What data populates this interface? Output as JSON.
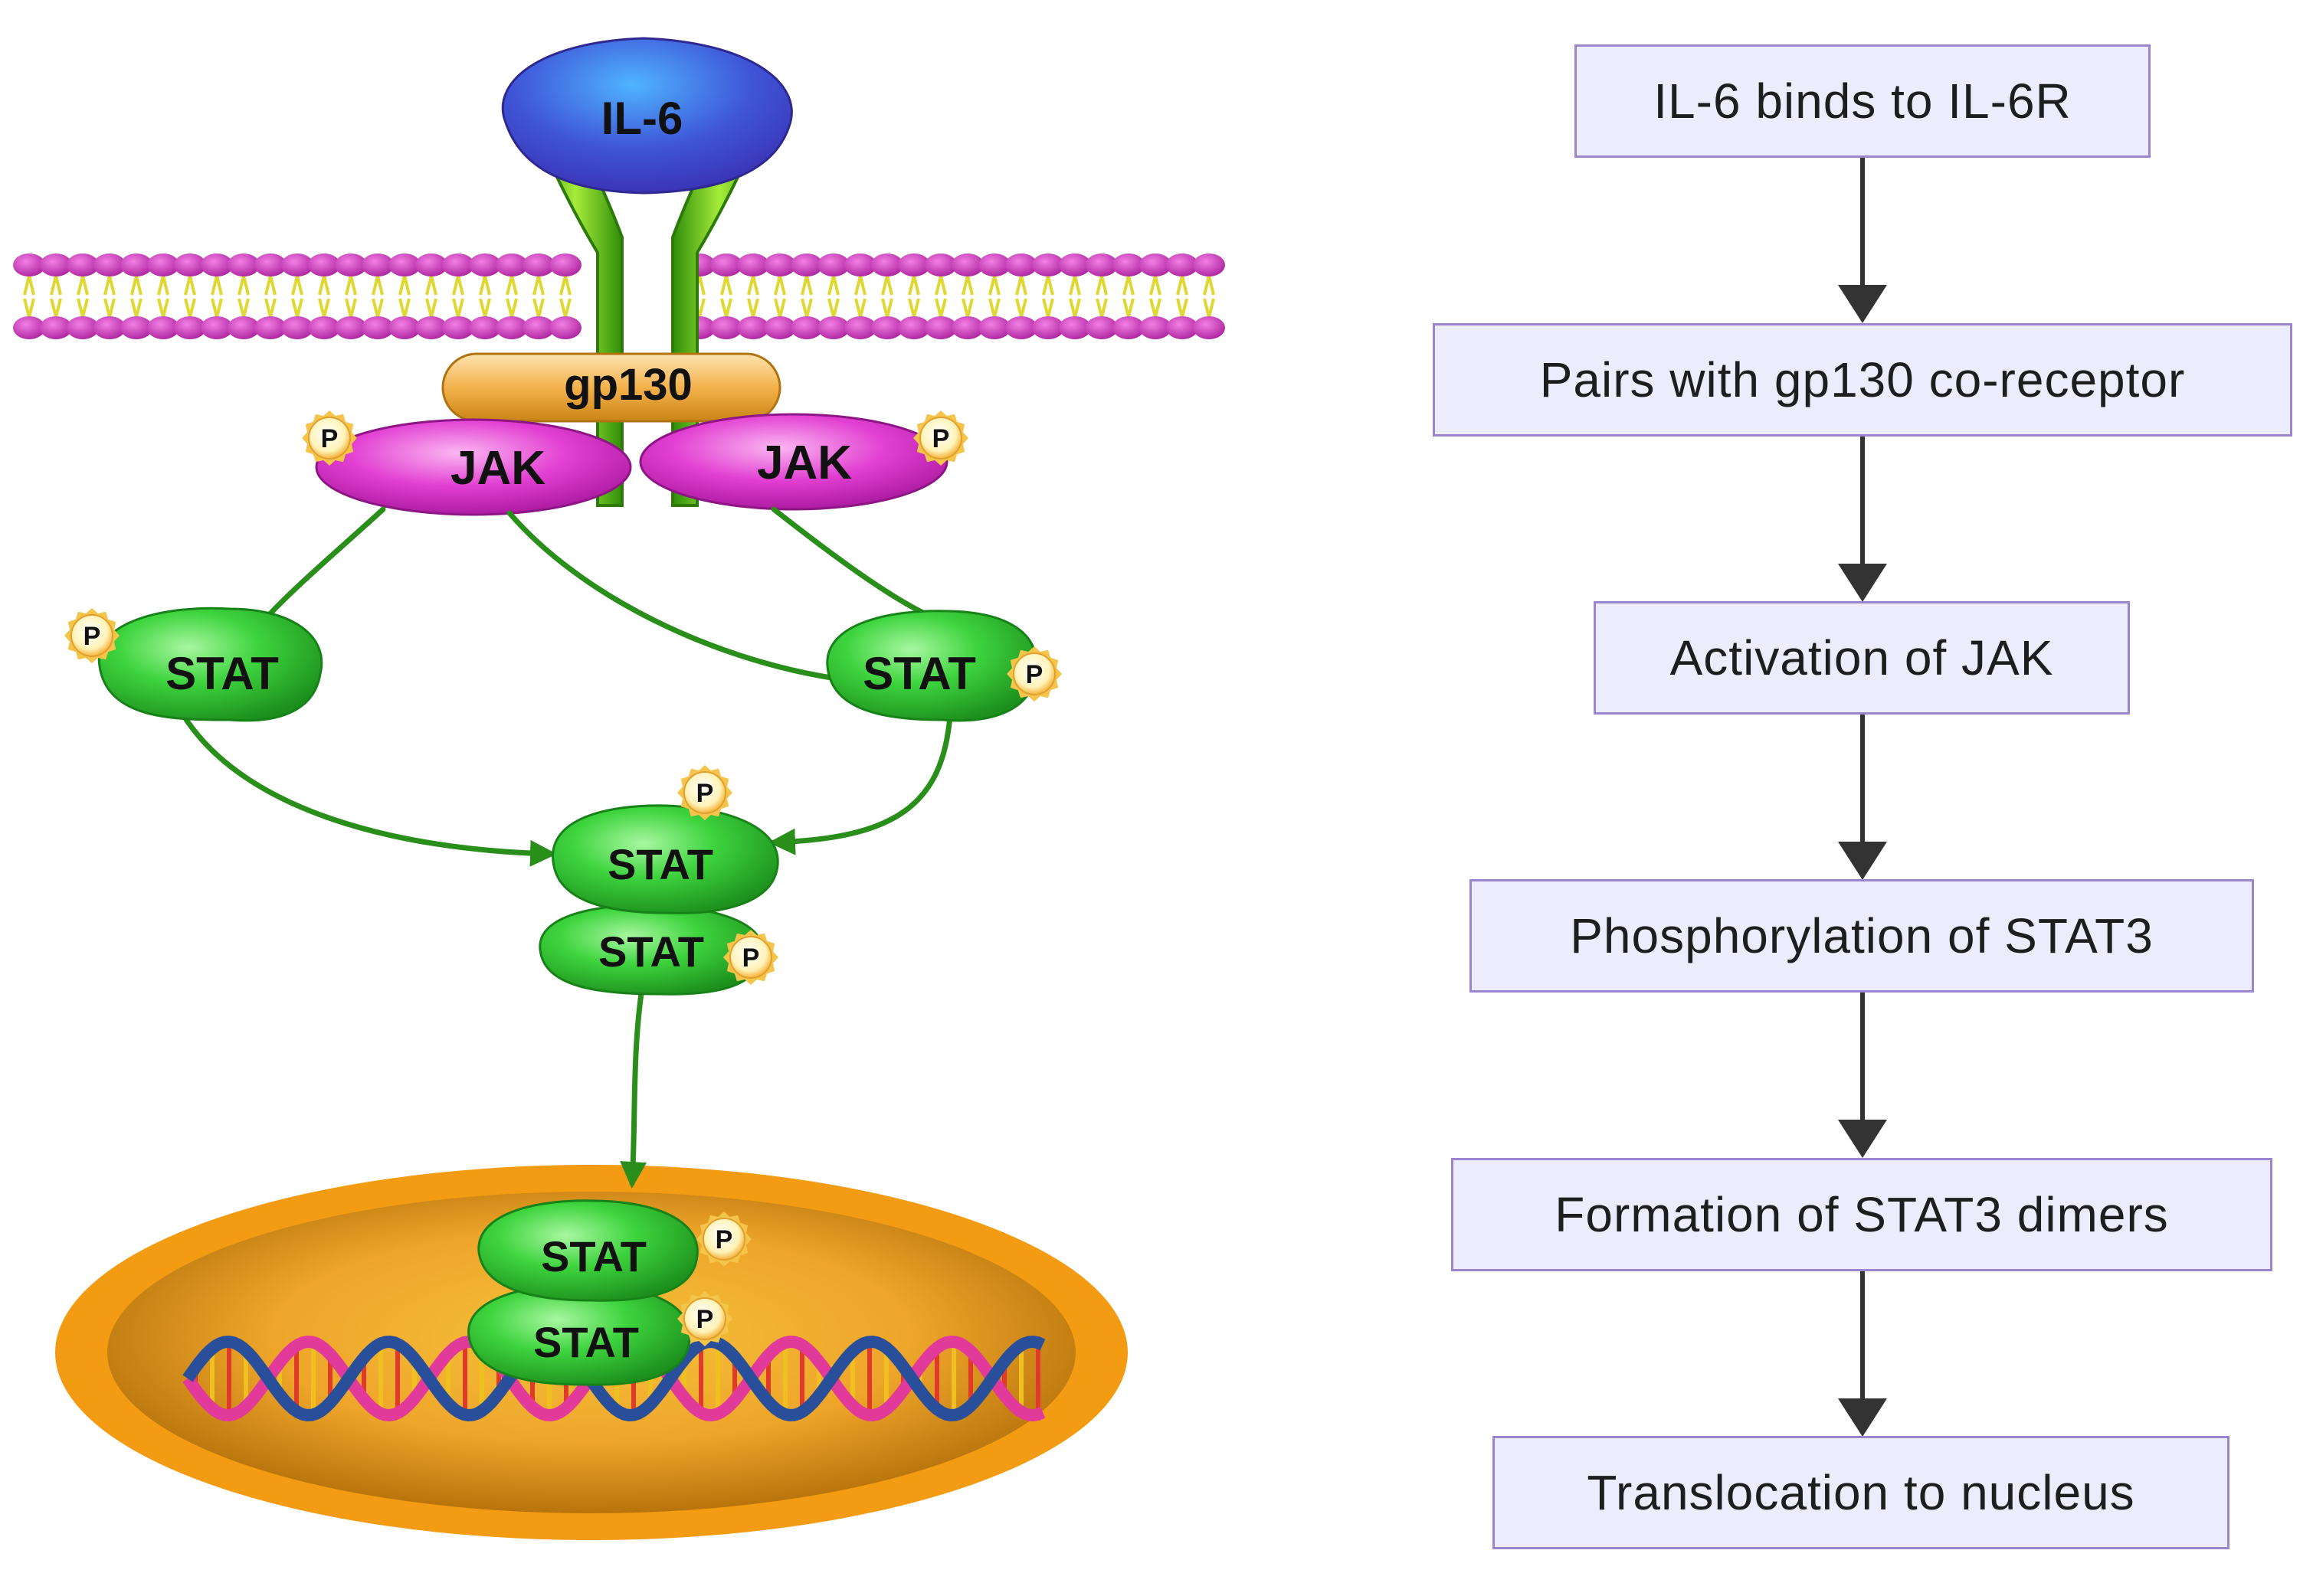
{
  "pathway": {
    "ligand": "IL-6",
    "coreceptor": "gp130",
    "kinase_left": "JAK",
    "kinase_right": "JAK",
    "phospho": "P",
    "stat_left": "STAT",
    "stat_right": "STAT",
    "dimer_top": "STAT",
    "dimer_bottom": "STAT",
    "nuclear_top": "STAT",
    "nuclear_bottom": "STAT"
  },
  "colors": {
    "il6": "#3f55d8",
    "receptor": "#5fbf1a",
    "gp130": "#f4b24c",
    "jak": "#e23fd2",
    "stat": "#3ed43e",
    "arrow": "#2a8f1a",
    "membrane_head": "#c833b8",
    "membrane_tail": "#ecec3a",
    "nucleus": "#f29a12",
    "flow_box_fill": "#ececfc",
    "flow_box_border": "#9a86cf"
  },
  "flow": {
    "steps": [
      "IL-6 binds to IL-6R",
      "Pairs with gp130 co-receptor",
      "Activation of JAK",
      "Phosphorylation of STAT3",
      "Formation of STAT3 dimers",
      "Translocation to nucleus"
    ]
  }
}
